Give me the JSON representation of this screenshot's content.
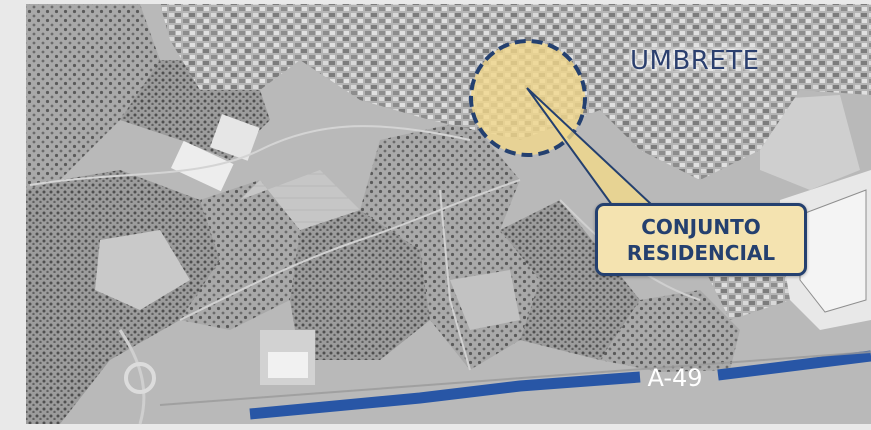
{
  "map": {
    "town_label": "UMBRETE",
    "highway_label": "A-49",
    "callout": {
      "line1": "CONJUNTO",
      "line2": "RESIDENCIAL"
    },
    "colors": {
      "highway": "#2856a6",
      "circle_fill": "#f3d98a",
      "circle_border": "#24406f",
      "callout_fill": "#f4e3b0",
      "callout_text": "#24406f"
    }
  }
}
